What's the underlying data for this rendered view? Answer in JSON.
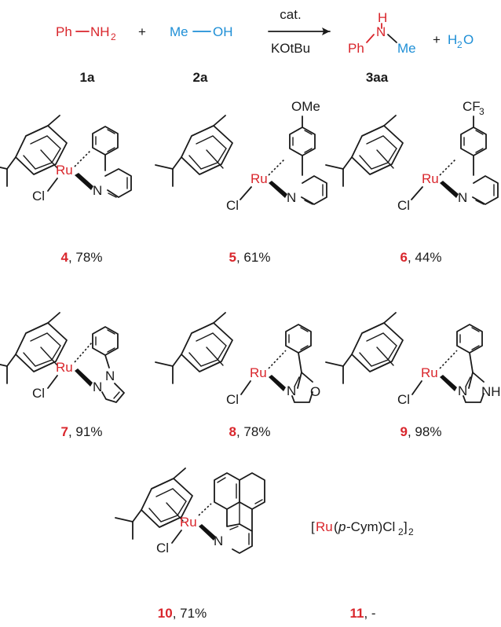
{
  "colors": {
    "red": "#d9262c",
    "blue": "#1f8fd6",
    "black": "#1a1a1a"
  },
  "reaction": {
    "reactant1": {
      "ph": "Ph",
      "nh": "NH",
      "sub": "2"
    },
    "plus1": "+",
    "reactant2": {
      "me": "Me",
      "oh": "OH"
    },
    "reagent_top": "cat.",
    "reagent_bottom": "KOtBu",
    "product": {
      "h": "H",
      "n": "N",
      "ph": "Ph",
      "me": "Me"
    },
    "plus2": "+",
    "water": {
      "h": "H",
      "sub": "2",
      "o": "O"
    },
    "labels": {
      "reactant1": "1a",
      "reactant2": "2a",
      "product": "3aa"
    }
  },
  "atoms": {
    "ru": "Ru",
    "cl": "Cl",
    "n": "N",
    "o": "O",
    "nh": "NH",
    "ome": "OMe",
    "cf3": "CF",
    "cf3_sub": "3"
  },
  "catalysts": [
    {
      "num": "4",
      "yield": ", 78%"
    },
    {
      "num": "5",
      "yield": ", 61%"
    },
    {
      "num": "6",
      "yield": ", 44%"
    },
    {
      "num": "7",
      "yield": ", 91%"
    },
    {
      "num": "8",
      "yield": ", 78%"
    },
    {
      "num": "9",
      "yield": ", 98%"
    },
    {
      "num": "10",
      "yield": ", 71%"
    },
    {
      "num": "11",
      "yield": ", -"
    }
  ],
  "dimer": {
    "open": "[",
    "ru": "Ru",
    "p": "p",
    "rest": "-Cym)Cl",
    "sub1": "2",
    "close": "]",
    "sub2": "2",
    "paren": "("
  }
}
